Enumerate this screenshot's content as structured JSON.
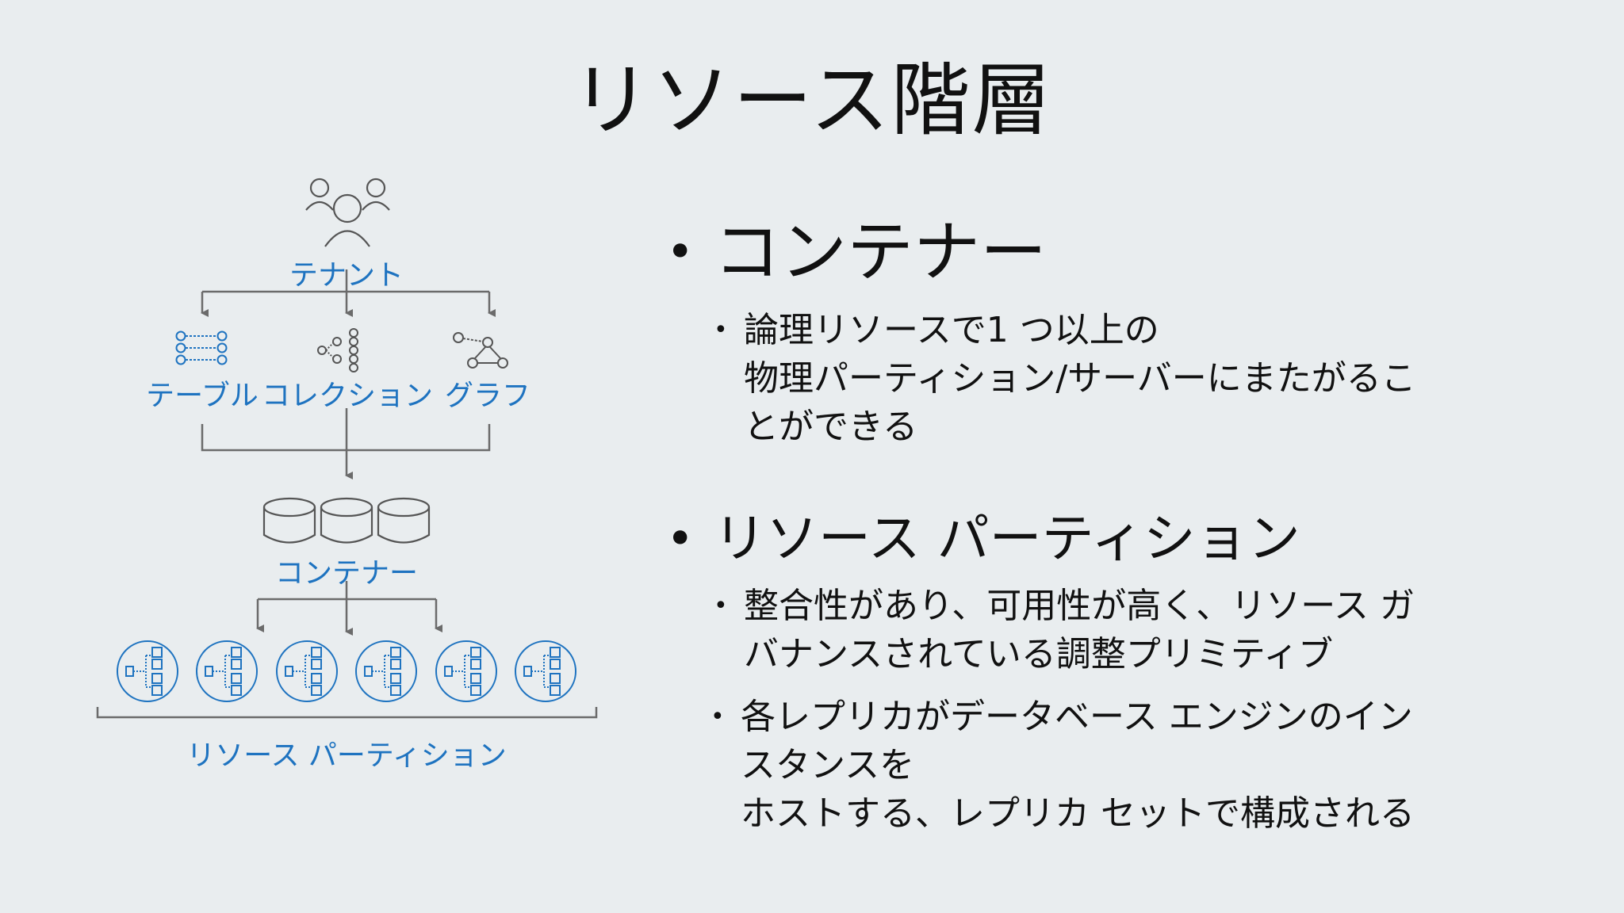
{
  "title": "リソース階層",
  "diagram": {
    "tenant_label": "テナント",
    "table_label": "テーブル",
    "collection_label": "コレクション",
    "graph_label": "グラフ",
    "container_label": "コンテナー",
    "partition_label": "リソース パーティション",
    "accent_color": "#1e73c0",
    "line_color": "#6b6b6b"
  },
  "bullets": {
    "container": {
      "heading": "コンテナー",
      "sub": [
        {
          "lines": [
            "論理リソースで1 つ以上の",
            "物理パーティション/サーバーにまたがるこ",
            "とができる"
          ]
        }
      ]
    },
    "partition": {
      "heading": "リソース パーティション",
      "sub": [
        {
          "lines": [
            "整合性があり、可用性が高く、リソース ガ",
            "バナンスされている調整プリミティブ"
          ]
        },
        {
          "lines": [
            "各レプリカがデータベース エンジンのイン",
            "スタンスを",
            "ホストする、レプリカ セットで構成される"
          ]
        }
      ]
    }
  }
}
